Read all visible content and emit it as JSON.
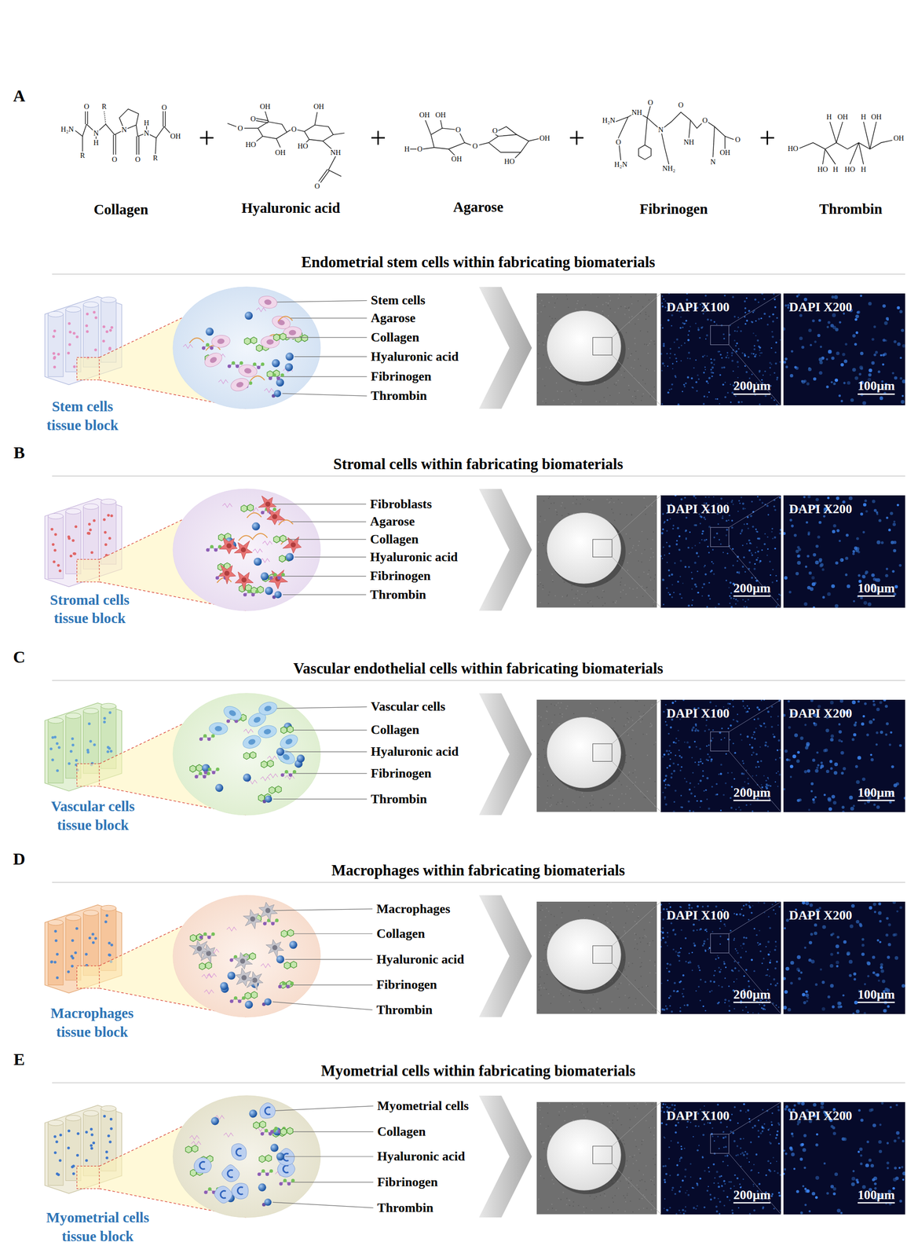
{
  "diagram": {
    "nodes": [
      {
        "text": [
          "DAPI X100",
          "200μm"
        ]
      },
      {
        "text": [
          "DAPI X200",
          "100μm"
        ]
      },
      {
        "text": [
          "DAPI X100",
          "200μm"
        ]
      },
      {
        "text": [
          "DAPI X200",
          "100μm"
        ]
      },
      {
        "text": [
          "DAPI X100",
          "200μm"
        ]
      },
      {
        "text": [
          "DAPI X200",
          "100μm"
        ]
      },
      {
        "text": [
          "DAPI X100",
          "200μm"
        ]
      },
      {
        "text": [
          "DAPI X200",
          "100μm"
        ]
      },
      {
        "text": [
          "DAPI X100",
          "200μm"
        ]
      },
      {
        "text": [
          "DAPI X200",
          "100μm"
        ]
      }
    ],
    "labels": [
      "A",
      "O",
      "R",
      "O",
      "H₂N",
      "N",
      "H",
      "N",
      "H",
      "N",
      "OH",
      "R",
      "O",
      "O",
      "R",
      "Collagen",
      "+",
      "OH",
      "O",
      "O",
      "HO",
      "OH",
      "O",
      "OH",
      "HO",
      "NH",
      "O",
      "Hyaluronic acid",
      "+",
      "OH",
      "OH",
      "O",
      "H",
      "O",
      "OH",
      "O",
      "O",
      "OH",
      "HO",
      "Agarose",
      "+",
      "H₂N",
      "O",
      "NH",
      "O",
      "N",
      "O",
      "NH",
      "O",
      "NH₂",
      "OH",
      "O",
      "N",
      "H₂N",
      "Fibrinogen",
      "+",
      "H",
      "OH",
      "H",
      "OH",
      "OH",
      "HO",
      "HO",
      "H",
      "HO",
      "H",
      "Thrombin",
      "Endometrial stem cells within fabricating biomaterials",
      "Stem cells",
      "Agarose",
      "Collagen",
      "Hyaluronic acid",
      "Fibrinogen",
      "Thrombin",
      "Stem cells tissue block",
      "B",
      "Stromal cells within fabricating biomaterials",
      "Fibroblasts",
      "Agarose",
      "Collagen",
      "Hyaluronic acid",
      "Fibrinogen",
      "Thrombin",
      "Stromal cells tissue block",
      "C",
      "Vascular endothelial cells within fabricating biomaterials",
      "Vascular cells",
      "Collagen",
      "Hyaluronic acid",
      "Fibrinogen",
      "Thrombin",
      "Vascular cells tissue block",
      "D",
      "Macrophages within fabricating biomaterials",
      "Macrophages",
      "Collagen",
      "Hyaluronic acid",
      "Fibrinogen",
      "Thrombin",
      "Macrophages tissue block",
      "E",
      "Myometrial cells within fabricating biomaterials",
      "Myometrial cells",
      "Collagen",
      "Hyaluronic acid",
      "Fibrinogen",
      "Thrombin",
      "Myometrial cells tissue block"
    ]
  }
}
